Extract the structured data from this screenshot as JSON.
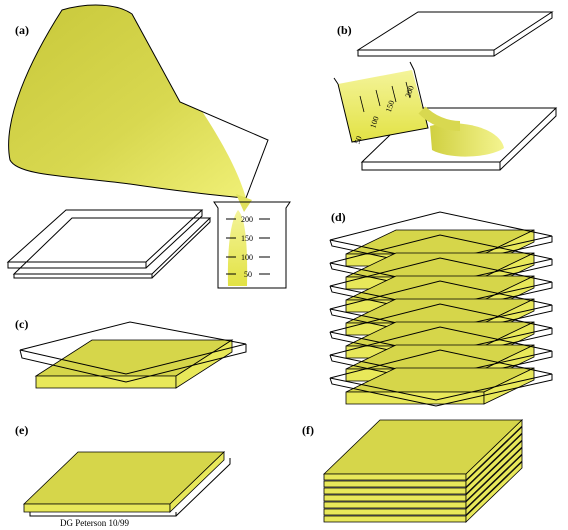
{
  "panels": {
    "a": {
      "label": "(a)"
    },
    "b": {
      "label": "(b)"
    },
    "c": {
      "label": "(c)"
    },
    "d": {
      "label": "(d)"
    },
    "e": {
      "label": "(e)"
    },
    "f": {
      "label": "(f)"
    }
  },
  "beaker_a": {
    "marks": [
      "200",
      "150",
      "100",
      "50"
    ]
  },
  "beaker_b": {
    "marks": [
      "200",
      "150",
      "100",
      "50"
    ]
  },
  "credit": "DG Peterson 10/99",
  "colors": {
    "gel": "#d6d64a",
    "gel_light": "#eeee80",
    "outline": "#000000"
  }
}
